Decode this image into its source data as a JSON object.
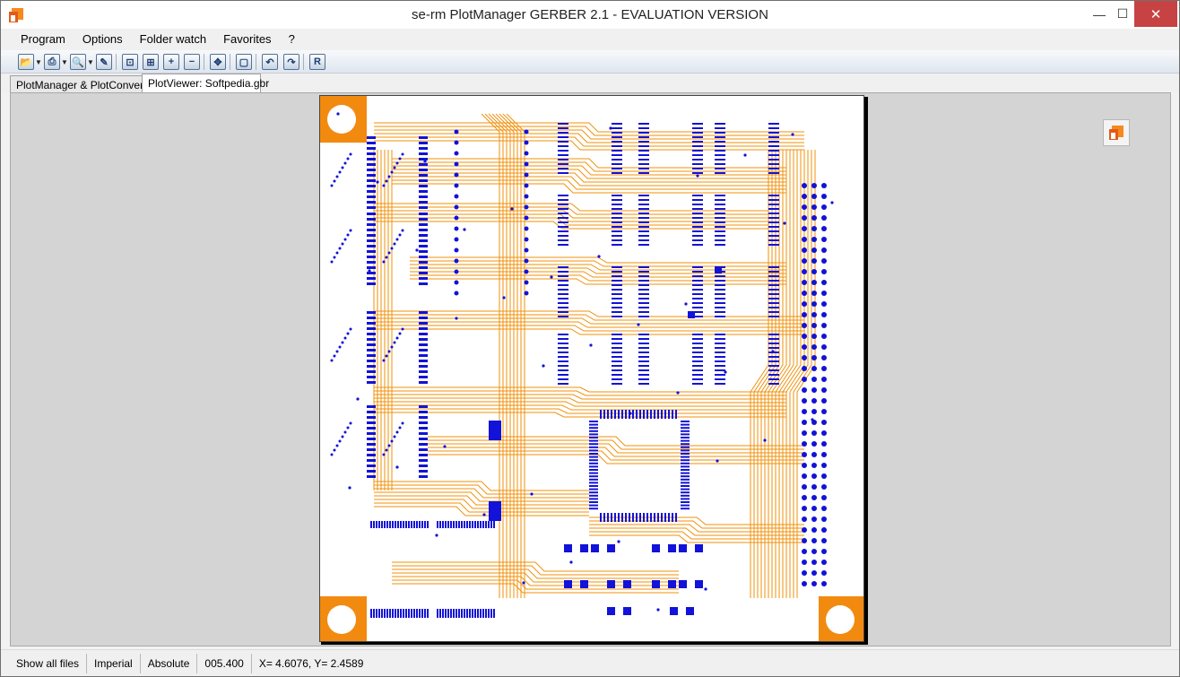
{
  "window": {
    "title": "se-rm PlotManager GERBER 2.1 - EVALUATION VERSION",
    "controls": {
      "minimize": "—",
      "maximize": "☐",
      "close": "✕"
    }
  },
  "menu": {
    "items": [
      "Program",
      "Options",
      "Folder watch",
      "Favorites",
      "?"
    ]
  },
  "toolbar": {
    "buttons": [
      {
        "name": "open-folder",
        "glyph": "📂",
        "dropdown": true
      },
      {
        "name": "print",
        "glyph": "⎙",
        "dropdown": true
      },
      {
        "name": "search",
        "glyph": "🔍",
        "dropdown": true
      },
      {
        "name": "edit",
        "glyph": "✎",
        "dropdown": false
      },
      {
        "name": "zoom-fit",
        "glyph": "⊡",
        "dropdown": false
      },
      {
        "name": "zoom-window",
        "glyph": "⊞",
        "dropdown": false
      },
      {
        "name": "zoom-in",
        "glyph": "+",
        "dropdown": false
      },
      {
        "name": "zoom-out",
        "glyph": "−",
        "dropdown": false
      },
      {
        "name": "pan",
        "glyph": "✥",
        "dropdown": false
      },
      {
        "name": "page",
        "glyph": "▢",
        "dropdown": false
      },
      {
        "name": "rotate-left",
        "glyph": "↶",
        "dropdown": false
      },
      {
        "name": "rotate-right",
        "glyph": "↷",
        "dropdown": false
      },
      {
        "name": "layer-r",
        "glyph": "R",
        "dropdown": false
      }
    ]
  },
  "tabs": [
    {
      "label": "PlotManager & PlotConverter",
      "active": false
    },
    {
      "label": "PlotViewer: Softpedia.gbr",
      "active": true
    }
  ],
  "viewer": {
    "colors": {
      "trace": "#f0900a",
      "pad": "#1212d8",
      "board": "#ffffff",
      "background": "#d4d4d4"
    }
  },
  "status": {
    "show_all": "Show all files",
    "units": "Imperial",
    "mode": "Absolute",
    "value": "005.400",
    "coords": "X= 4.6076, Y= 2.4589"
  }
}
